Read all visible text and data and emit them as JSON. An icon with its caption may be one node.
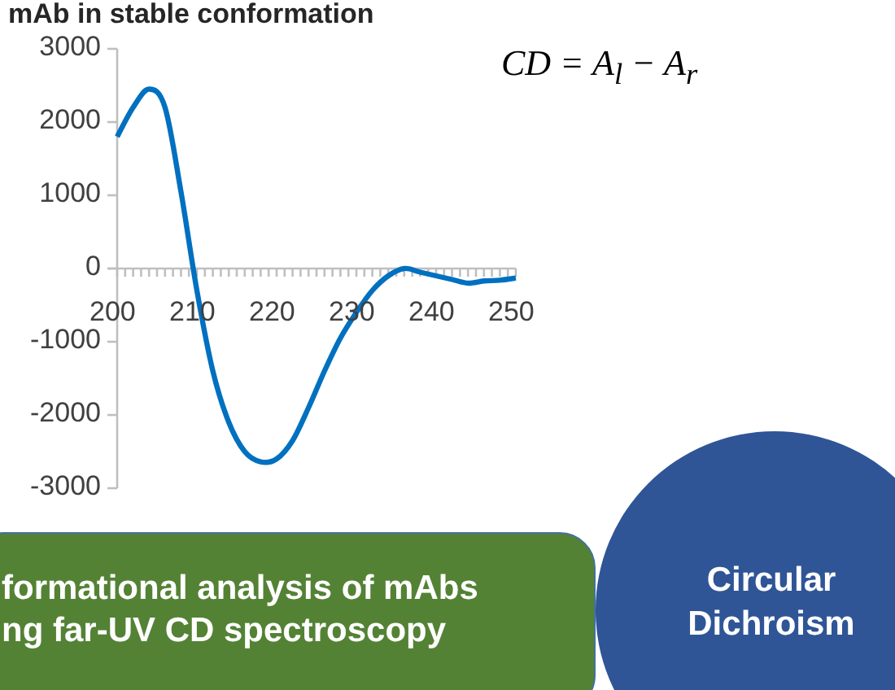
{
  "diagram": {
    "nodes": [
      {
        "text": [
          "formational analysis of mAbs ng far-UV CD spectroscopy"
        ]
      },
      {
        "text": [
          "Circular Dichroism"
        ]
      }
    ],
    "edges": [],
    "labels": [
      "CD = A$_{l}$ − A$_{r}$"
    ],
    "chart_data": {
      "type": "line",
      "title": "mAb in stable conformation",
      "x": [
        200,
        202,
        204,
        206,
        208,
        210,
        212,
        214,
        216,
        218,
        220,
        222,
        224,
        226,
        228,
        230,
        232,
        234,
        236,
        238,
        240,
        242,
        244,
        246,
        248,
        250
      ],
      "series": [
        {
          "color": "#0070c0",
          "values": [
            1800,
            2200,
            2450,
            2200,
            1050,
            -300,
            -1400,
            -2100,
            -2500,
            -2640,
            -2600,
            -2350,
            -1900,
            -1400,
            -950,
            -600,
            -300,
            -100,
            0,
            -50,
            -100,
            -150,
            -200,
            -170,
            -160,
            -130
          ]
        }
      ],
      "xlim": [
        200,
        250
      ],
      "ylim": [
        -3000,
        3000
      ],
      "xticks": [
        200,
        210,
        220,
        230,
        240,
        250
      ],
      "yticks": [
        -3000,
        -2000,
        -1000,
        0,
        1000,
        2000,
        3000
      ]
    }
  }
}
